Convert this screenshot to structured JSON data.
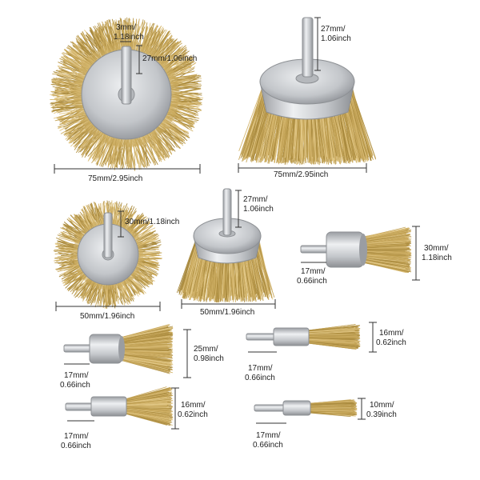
{
  "dimensions": {
    "wheel75": {
      "shank_line1": "3mm/",
      "shank_line2": "1.18inch",
      "height": "27mm/1.06inch",
      "width": "75mm/2.95inch"
    },
    "cup75": {
      "height_line1": "27mm/",
      "height_line2": "1.06inch",
      "width": "75mm/2.95inch"
    },
    "wheel50": {
      "height": "30mm/1.18inch",
      "width": "50mm/1.96inch"
    },
    "cup50": {
      "height_line1": "27mm/",
      "height_line2": "1.06inch",
      "width": "50mm/1.96inch"
    },
    "end30": {
      "length_line1": "17mm/",
      "length_line2": "0.66inch",
      "height_line1": "30mm/",
      "height_line2": "1.18inch"
    },
    "end25": {
      "length_line1": "17mm/",
      "length_line2": "0.66inch",
      "height_line1": "25mm/",
      "height_line2": "0.98inch"
    },
    "end16a": {
      "length_line1": "17mm/",
      "length_line2": "0.66inch",
      "height_line1": "16mm/",
      "height_line2": "0.62inch"
    },
    "end16b": {
      "length_line1": "17mm/",
      "length_line2": "0.66inch",
      "height_line1": "16mm/",
      "height_line2": "0.62inch"
    },
    "end10": {
      "length_line1": "17mm/",
      "length_line2": "0.66inch",
      "height_line1": "10mm/",
      "height_line2": "0.39inch"
    }
  },
  "colors": {
    "brass": "#c9a95c",
    "brass_dark": "#9c7b34",
    "steel": "#c7c9cc",
    "steel_dark": "#8d9094"
  }
}
